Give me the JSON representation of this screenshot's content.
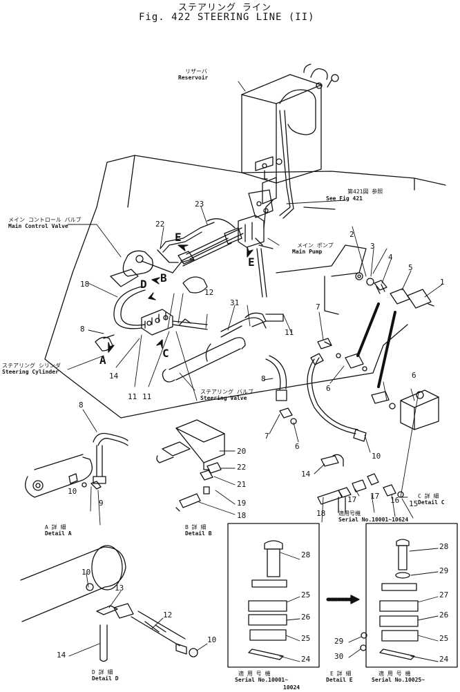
{
  "title": {
    "jp": "ステアリング ライン",
    "en": "Fig. 422  STEERING  LINE  (II)"
  },
  "labels": {
    "reservoir_jp": "リザーバ",
    "reservoir_en": "Reservoir",
    "see_fig_jp": "第421図 参照",
    "see_fig_en": "See Fig 421",
    "main_pump_jp": "メイン ポンプ",
    "main_pump_en": "Main  Pump",
    "main_control_jp": "メイン  コントロール  バルブ",
    "main_control_en": "Main  Control  Valve",
    "steering_cyl_jp": "ステアリング  シリンダ",
    "steering_cyl_en": "Steering  Cylinder",
    "steering_valve_jp": "ステアリング  バルブ",
    "steering_valve_en": "Steering  Valve"
  },
  "letters": {
    "A": "A",
    "B": "B",
    "C": "C",
    "D": "D",
    "E": "E"
  },
  "details": {
    "a_jp": "A  詳  細",
    "a_en": "Detail   A",
    "b_jp": "B  詳  細",
    "b_en": "Detail   B",
    "c_jp": "C  詳  細",
    "c_en": "Detail   C",
    "d_jp": "D  詳  細",
    "d_en": "Detail   D",
    "e_jp": "E  詳  細",
    "e_en": "Detail   E"
  },
  "serials": {
    "c_jp": "適用号機",
    "c_en": "Serial No.10001~10624",
    "e1_jp": "適 用 号 機",
    "e1_en": "Serial  No.10001~",
    "e1_en2": "10024",
    "e2_jp": "適 用 号 機",
    "e2_en": "Serial  No.10025~"
  },
  "part_numbers": {
    "n1": "1",
    "n2": "2",
    "n3": "3",
    "n4": "4",
    "n5": "5",
    "n6": "6",
    "n7": "7",
    "n8": "8",
    "n9": "9",
    "n10": "10",
    "n11": "11",
    "n12": "12",
    "n13": "13",
    "n14": "14",
    "n15": "15",
    "n16": "16",
    "n17": "17",
    "n18": "18",
    "n19": "19",
    "n20": "20",
    "n21": "21",
    "n22": "22",
    "n23": "23",
    "n24": "24",
    "n25": "25",
    "n26": "26",
    "n27": "27",
    "n28": "28",
    "n29": "29",
    "n30": "30",
    "n31": "31"
  }
}
